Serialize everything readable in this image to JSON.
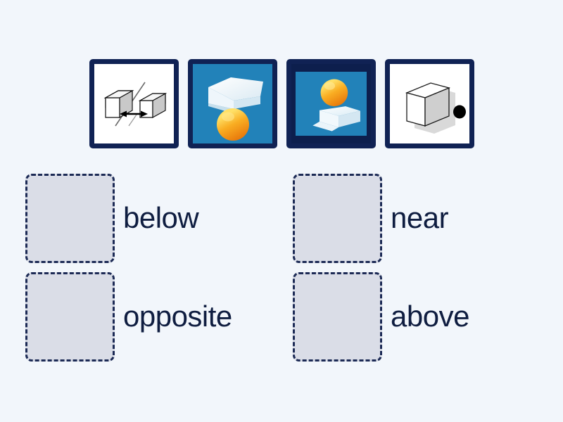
{
  "activity": {
    "type": "match-up",
    "background_color": "#f2f6fb",
    "tile_border_color": "#102254",
    "dropzone_fill_color": "#dadde7",
    "dropzone_border_color": "#1c2a55",
    "label_text_color": "#0f1d40",
    "photo_background_color": "#2282b9",
    "sphere_color": "#f3930f",
    "sphere_highlight_color": "#ffd74d"
  },
  "tiles": [
    {
      "id": "tile-1",
      "icon": "two-cubes-mirrored-arrow-icon",
      "alt": "Two white cubes facing each other across a diagonal line with a double-headed arrow",
      "style": "white-bg"
    },
    {
      "id": "tile-2",
      "icon": "slab-over-sphere-icon",
      "alt": "White slab above an orange sphere on a blue background",
      "style": "photo-bg"
    },
    {
      "id": "tile-3",
      "icon": "sphere-over-slab-icon",
      "alt": "Orange sphere above a white slab on a blue background",
      "style": "photo-bg"
    },
    {
      "id": "tile-4",
      "icon": "cube-with-dot-icon",
      "alt": "White cube with a small black dot beside it",
      "style": "white-bg"
    }
  ],
  "pairs": [
    {
      "id": "pair-below",
      "label": "below",
      "dropzone_placeholder": ""
    },
    {
      "id": "pair-near",
      "label": "near",
      "dropzone_placeholder": ""
    },
    {
      "id": "pair-opposite",
      "label": "opposite",
      "dropzone_placeholder": ""
    },
    {
      "id": "pair-above",
      "label": "above",
      "dropzone_placeholder": ""
    }
  ]
}
